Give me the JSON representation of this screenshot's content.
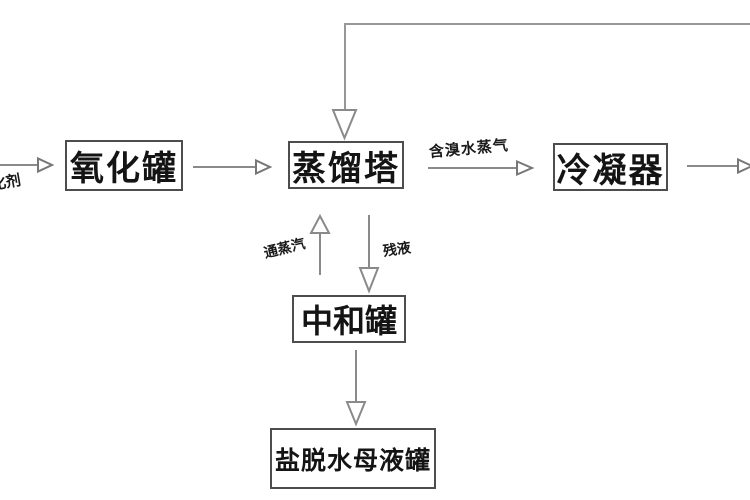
{
  "diagram": {
    "type": "process-flowchart",
    "nodes": [
      {
        "id": "oxidation-tank",
        "label": "氧化罐"
      },
      {
        "id": "distillation-tower",
        "label": "蒸馏塔"
      },
      {
        "id": "condenser",
        "label": "冷凝器"
      },
      {
        "id": "neutralization-tank",
        "label": "中和罐"
      },
      {
        "id": "salt-dewatering-mother-liquor-tank",
        "label": "盐脱水母液罐"
      }
    ],
    "edge_labels": {
      "inlet_partial": "化剂",
      "vapor_to_condenser": "含溴水蒸气",
      "steam_in": "通蒸汽",
      "residue_out": "残液"
    },
    "edges": [
      {
        "from": "left-edge",
        "to": "oxidation-tank",
        "label": "化剂"
      },
      {
        "from": "oxidation-tank",
        "to": "distillation-tower",
        "label": ""
      },
      {
        "from": "distillation-tower",
        "to": "condenser",
        "label": "含溴水蒸气"
      },
      {
        "from": "condenser",
        "to": "right-edge",
        "label": ""
      },
      {
        "from": "right-edge-top-recycle",
        "to": "distillation-tower",
        "label": ""
      },
      {
        "from": "steam-inlet",
        "to": "distillation-tower",
        "label": "通蒸汽"
      },
      {
        "from": "distillation-tower",
        "to": "neutralization-tank",
        "label": "残液"
      },
      {
        "from": "neutralization-tank",
        "to": "salt-dewatering-mother-liquor-tank",
        "label": ""
      }
    ],
    "colors": {
      "background": "#ffffff",
      "line": "#8a8a8a",
      "box_border": "#4d4d4d",
      "text": "#141414"
    }
  }
}
